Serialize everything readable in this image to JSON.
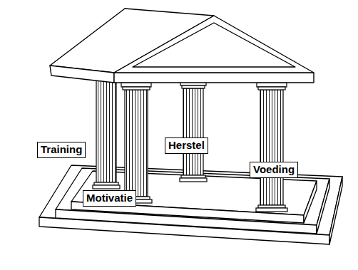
{
  "diagram": {
    "nodes": [
      {
        "text": [
          "Training"
        ]
      },
      {
        "text": [
          "Motivatie"
        ]
      },
      {
        "text": [
          "Herstel"
        ]
      },
      {
        "text": [
          "Voeding"
        ]
      }
    ]
  }
}
